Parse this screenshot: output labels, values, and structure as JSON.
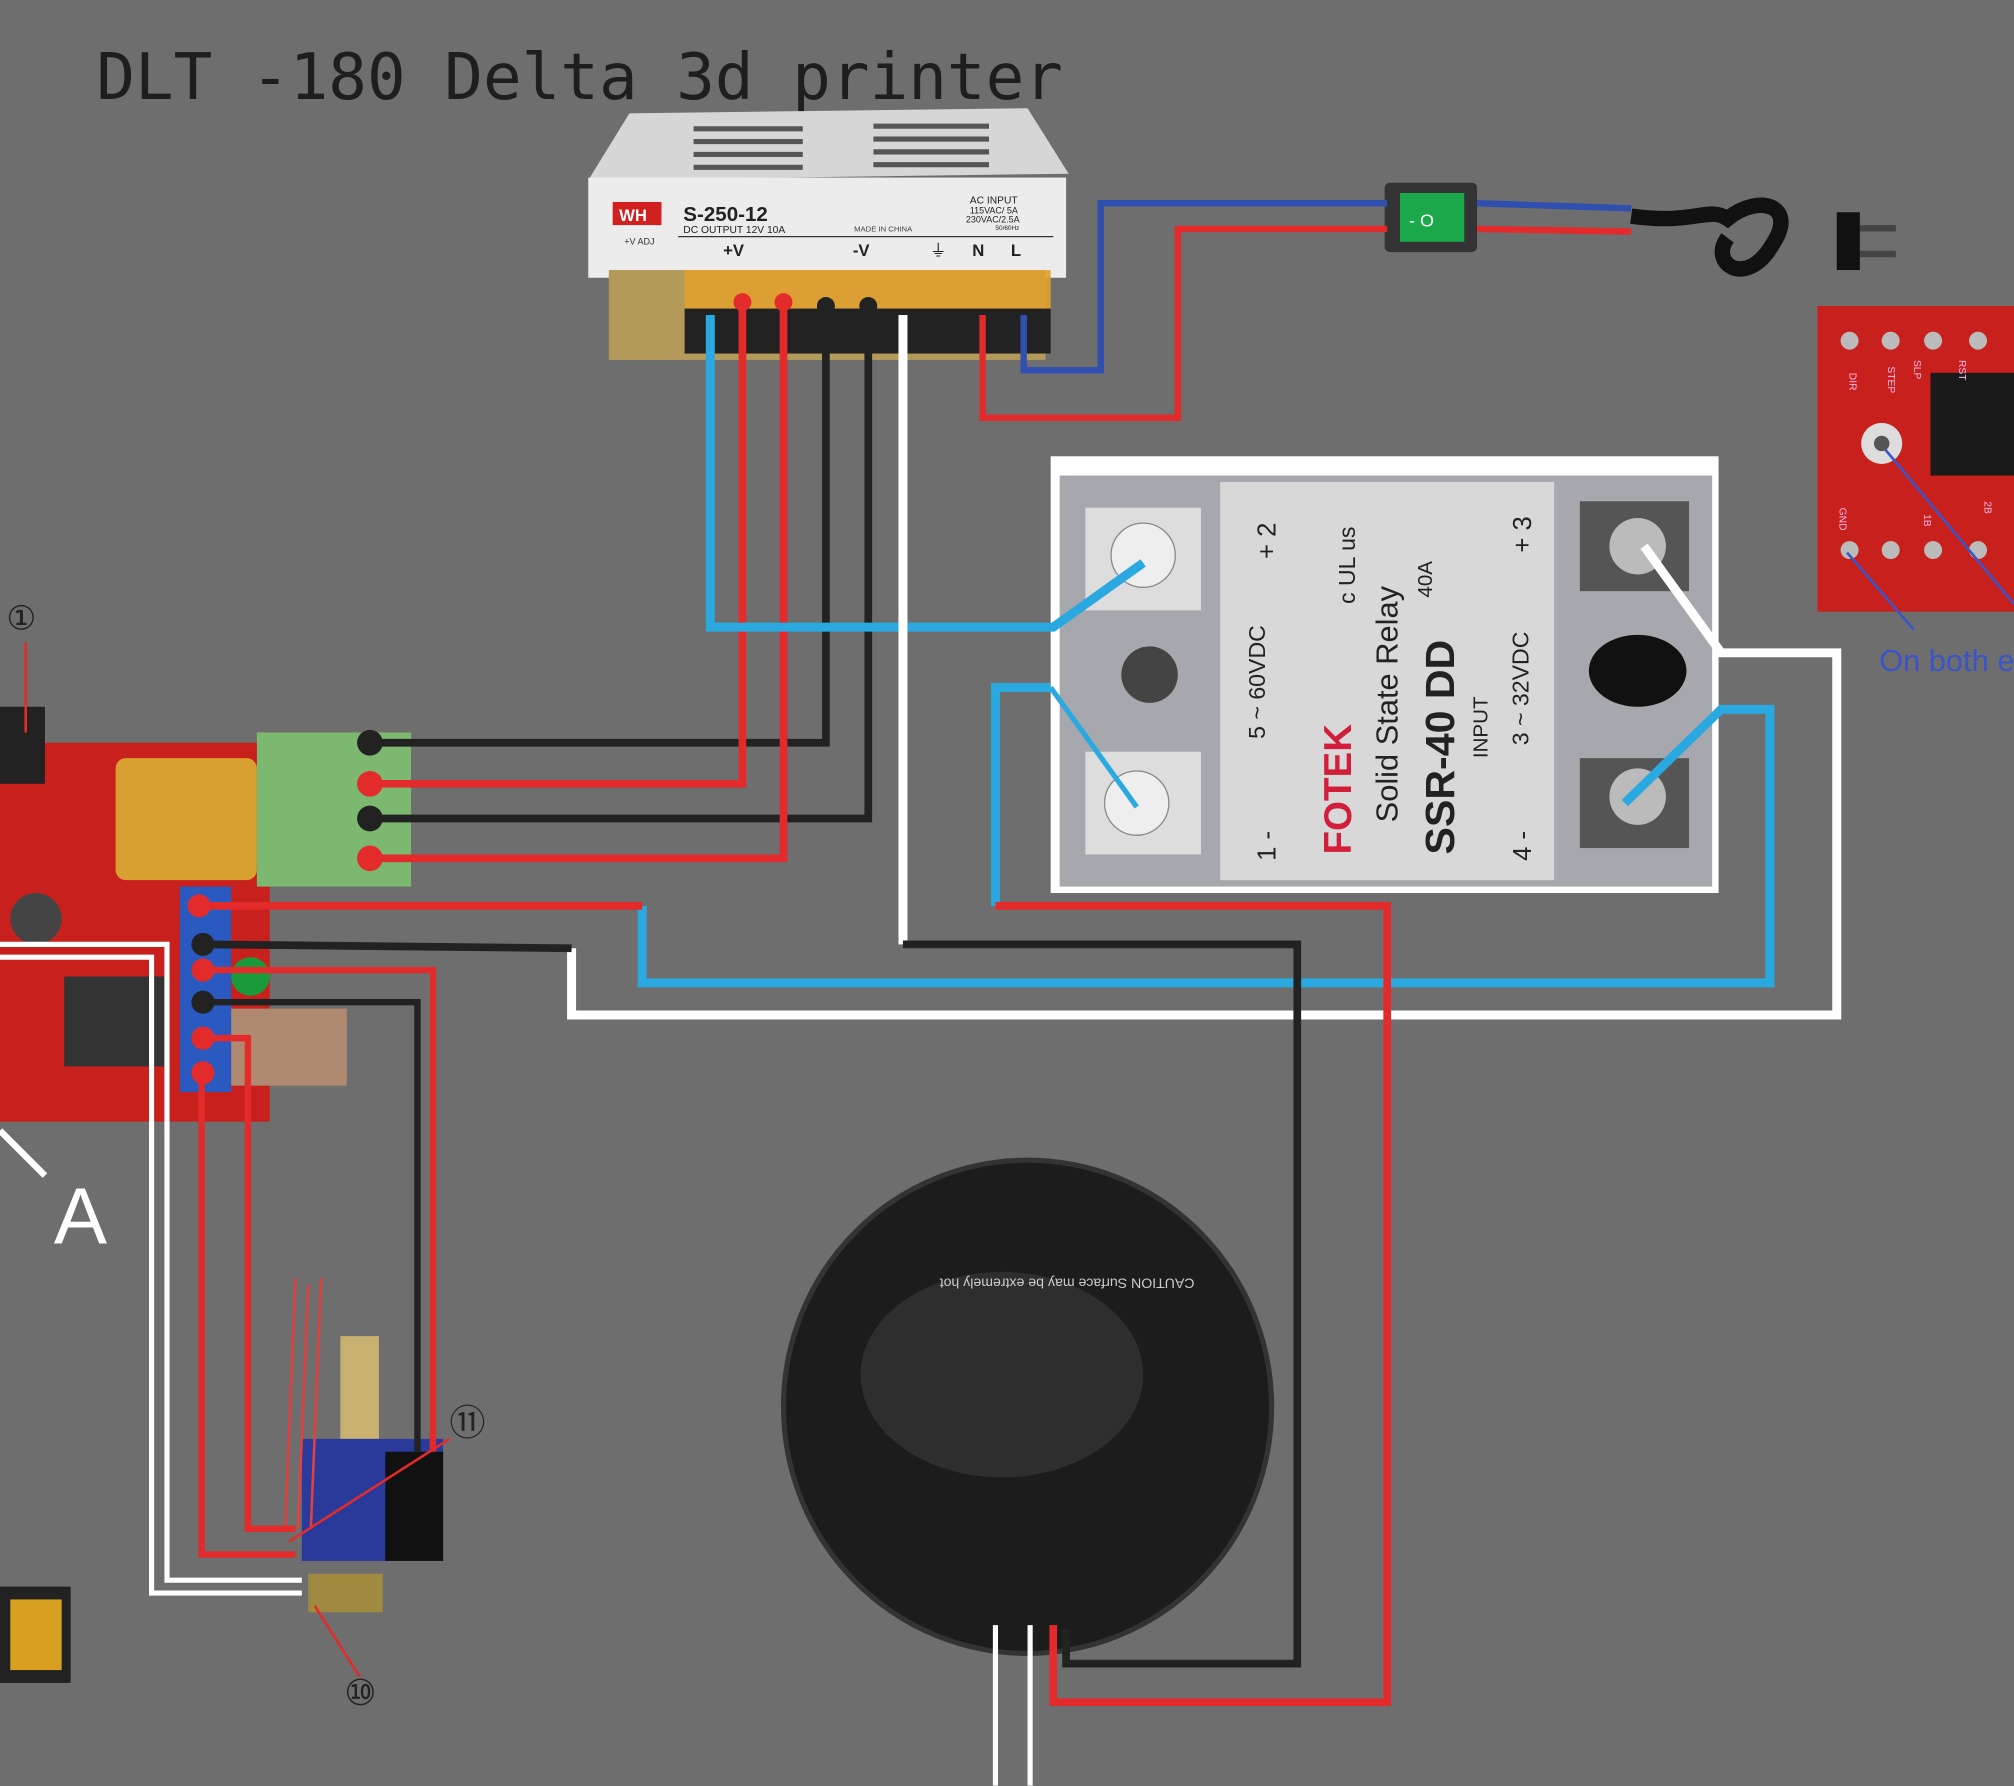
{
  "title": "DLT -180 Delta 3d printer",
  "colors": {
    "background": "#6e6e6e",
    "wire_red": "#e32b2b",
    "wire_black": "#222222",
    "wire_blue": "#2aa8e0",
    "wire_white": "#ffffff",
    "ac_blue": "#3050b0",
    "note_blue": "#3a55c8"
  },
  "power_supply": {
    "brand": "WH",
    "model": "S-250-12",
    "dc_output": "DC OUTPUT  12V   10A",
    "made_in": "MADE IN CHINA",
    "ac_input": [
      "AC INPUT",
      "115VAC/ 5A",
      "230VAC/2.5A",
      "50/60Hz"
    ],
    "adj": "+V ADJ",
    "terminals": [
      "+V",
      "-V",
      "⏚",
      "N",
      "L"
    ]
  },
  "relay": {
    "brand": "FOTEK",
    "name": "Solid State Relay",
    "model": "SSR-40 DD",
    "rating": "40A",
    "output": "5 ~ 60VDC",
    "input_label": "INPUT",
    "input": "3 ~ 32VDC",
    "pins": [
      "1 -",
      "+ 2",
      "+ 3",
      "4 -"
    ],
    "cert": "c UL us"
  },
  "stepper_driver": {
    "pins": [
      "DIR",
      "STEP",
      "SLP",
      "RST",
      "GND",
      "1B",
      "2B"
    ],
    "note": "On both e"
  },
  "heatbed": {
    "caution": "CAUTION  Surface may be extremely hot"
  },
  "switch": {
    "label": "- O"
  },
  "labels": {
    "marker_1": "①",
    "marker_11": "⑪",
    "marker_10": "⑩",
    "marker_a": "A"
  }
}
